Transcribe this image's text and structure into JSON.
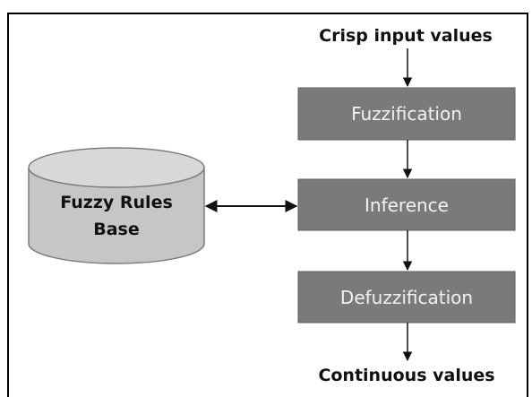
{
  "input_label": "Crisp input values",
  "output_label": "Continuous values",
  "process_steps": [
    {
      "label": "Fuzzification"
    },
    {
      "label": "Inference"
    },
    {
      "label": "Defuzzification"
    }
  ],
  "rule_base": {
    "line1": "Fuzzy Rules",
    "line2": "Base"
  }
}
